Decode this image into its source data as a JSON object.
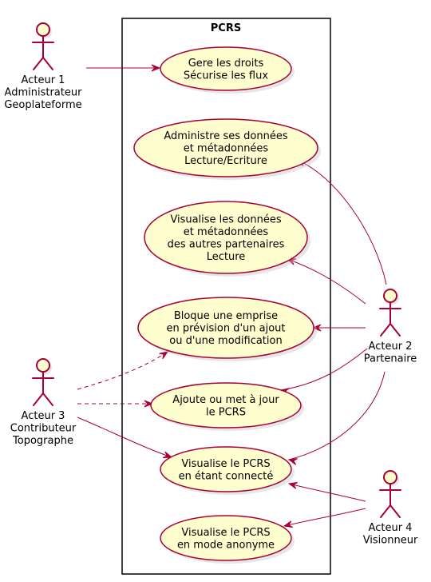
{
  "colors": {
    "fill": "#FEFECE",
    "stroke": "#A80036",
    "boundary": "#000000"
  },
  "system": {
    "title": "PCRS"
  },
  "actors": [
    {
      "id": "a1",
      "lines": [
        "Acteur 1",
        "Administrateur",
        "Geoplateforme"
      ]
    },
    {
      "id": "a2",
      "lines": [
        "Acteur 2",
        "Partenaire"
      ]
    },
    {
      "id": "a3",
      "lines": [
        "Acteur 3",
        "Contributeur",
        "Topographe"
      ]
    },
    {
      "id": "a4",
      "lines": [
        "Acteur 4",
        "Visionneur"
      ]
    }
  ],
  "use_cases": [
    {
      "id": "uc1",
      "lines": [
        "Gere les droits",
        "Sécurise les flux"
      ]
    },
    {
      "id": "uc2",
      "lines": [
        "Administre ses données",
        "et métadonnées",
        "Lecture/Ecriture"
      ]
    },
    {
      "id": "uc3",
      "lines": [
        "Visualise les données",
        "et métadonnées",
        "des autres partenaires",
        "Lecture"
      ]
    },
    {
      "id": "uc4",
      "lines": [
        "Bloque une emprise",
        "en prévision d'un ajout",
        "ou d'une modification"
      ]
    },
    {
      "id": "uc5",
      "lines": [
        "Ajoute ou met à jour",
        "le PCRS"
      ]
    },
    {
      "id": "uc6",
      "lines": [
        "Visualise le PCRS",
        "en étant connecté"
      ]
    },
    {
      "id": "uc7",
      "lines": [
        "Visualise le PCRS",
        "en mode anonyme"
      ]
    }
  ],
  "relations": [
    {
      "from": "a1",
      "to": "uc1",
      "style": "solid"
    },
    {
      "from": "a2",
      "to": "uc2",
      "style": "solid"
    },
    {
      "from": "a2",
      "to": "uc3",
      "style": "solid"
    },
    {
      "from": "a2",
      "to": "uc4",
      "style": "solid"
    },
    {
      "from": "a2",
      "to": "uc5",
      "style": "solid"
    },
    {
      "from": "a2",
      "to": "uc6",
      "style": "solid"
    },
    {
      "from": "a3",
      "to": "uc4",
      "style": "dashed"
    },
    {
      "from": "a3",
      "to": "uc5",
      "style": "dashed"
    },
    {
      "from": "a3",
      "to": "uc6",
      "style": "solid"
    },
    {
      "from": "a4",
      "to": "uc6",
      "style": "solid"
    },
    {
      "from": "a4",
      "to": "uc7",
      "style": "solid"
    }
  ]
}
